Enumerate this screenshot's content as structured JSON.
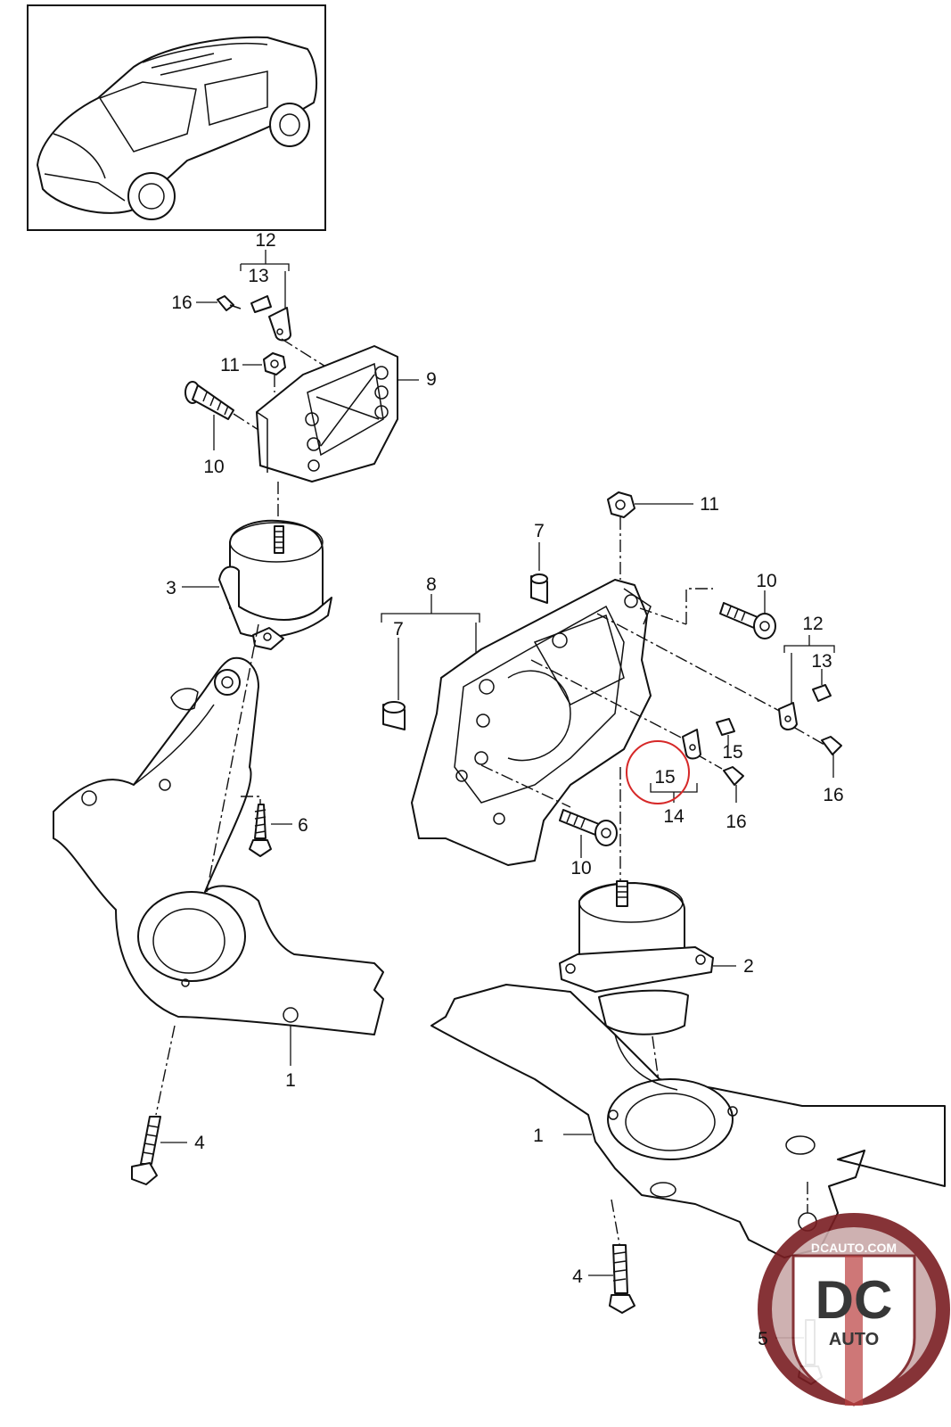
{
  "callouts": {
    "c12_left": "12",
    "c13_left": "13",
    "c16_left": "16",
    "c11_left": "11",
    "c9": "9",
    "c10_left": "10",
    "c3": "3",
    "c6": "6",
    "c1_left": "1",
    "c4_left": "4",
    "c11_right": "11",
    "c7_upper": "7",
    "c8": "8",
    "c7_lower": "7",
    "c10_right_top": "10",
    "c12_right": "12",
    "c13_right": "13",
    "c15_a": "15",
    "c15_circled": "15",
    "c14": "14",
    "c16_mid": "16",
    "c16_right": "16",
    "c10_right_bottom": "10",
    "c2": "2",
    "c1_right": "1",
    "c4_right": "4",
    "c5": "5"
  },
  "watermark": {
    "site": "DCAUTO.COM",
    "brand": "DC",
    "sub": "AUTO"
  },
  "highlight_color": "#d62828",
  "watermark_colors": {
    "outer": "#7a1e22",
    "inner": "#c9a9a9",
    "shield": "#ffffff"
  }
}
